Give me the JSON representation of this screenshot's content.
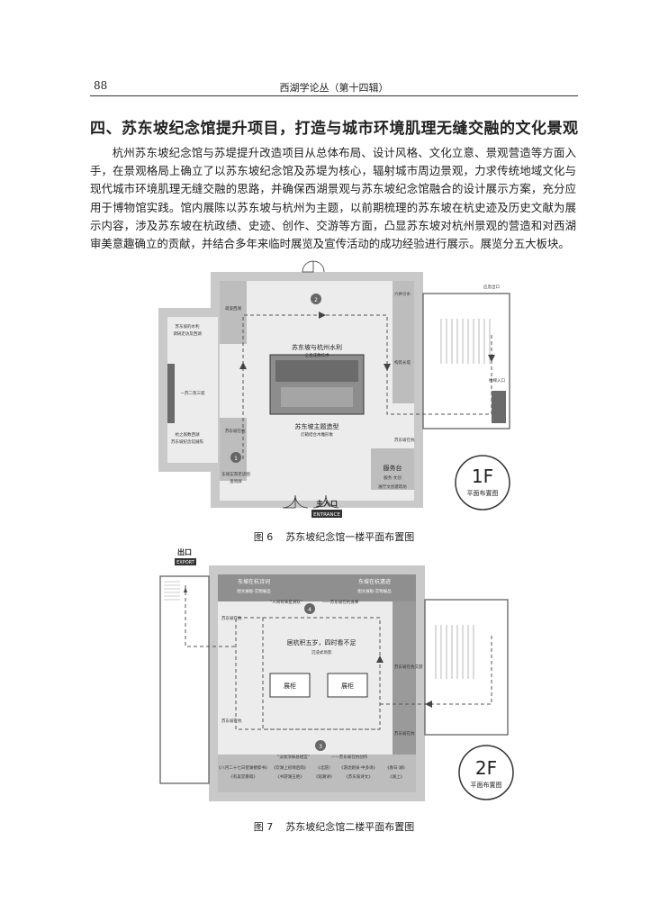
{
  "header": {
    "page_number": "88",
    "journal": "西湖学论丛（第十四辑）"
  },
  "section": {
    "heading": "四、苏东坡纪念馆提升项目，打造与城市环境肌理无缝交融的文化景观"
  },
  "paragraph": "杭州苏东坡纪念馆与苏堤提升改造项目从总体布局、设计风格、文化立意、景观营造等方面入手，在景观格局上确立了以苏东坡纪念馆及苏堤为核心，辐射城市周边景观，力求传统地域文化与现代城市环境肌理无缝交融的思路，并确保西湖景观与苏东坡纪念馆融合的设计展示方案，充分应用于博物馆实践。馆内展陈以苏东坡与杭州为主题，以前期梳理的苏东坡在杭史迹及历史文献为展示内容，涉及苏东坡在杭政绩、史迹、创作、交游等方面，凸显苏东坡对杭州景观的营造和对西湖审美意趣确立的贡献，并结合多年来临时展览及宣传活动的成功经验进行展示。展览分五大板块。",
  "figure6": {
    "caption_no": "图 6",
    "caption_text": "苏东坡纪念馆一楼平面布置图",
    "floor_badge": "1F",
    "floor_badge_label": "平面布置图",
    "entrance_cn": "主入口",
    "entrance_en": "ENTRANCE",
    "center_title": "苏东坡与杭州水利",
    "center_sub": "全息成像技术",
    "bottom_center_title": "苏东坡主题造型",
    "bottom_center_sub": "灯箱结合木雕形象",
    "service_desk": "服务台",
    "service_sub": "服务·文创",
    "shop_label": "展厅文创建筑坊",
    "left_top_label": "苏东坡的水利",
    "left_top_sub": "调研走访及西湖",
    "left_mid_label": "一苏二筑三堤",
    "left_lower_label": "杭之眉数西湖",
    "left_lower_sub": "苏东坡纪念馆展陈",
    "left_bottom_label": "东坡宦游足迹图",
    "left_bottom_sub": "查询屏",
    "left_vertical_1": "疏浚西湖",
    "left_vertical_2": "苏东坡在杭",
    "right_vertical_1": "六井引水",
    "right_vertical_2": "构筑长堤",
    "right_vertical_3": "苏东坡在杭",
    "stair_label": "楼梯入口",
    "top_right_label": "应急出口",
    "number_1": "1",
    "number_2": "2"
  },
  "figure7": {
    "caption_no": "图 7",
    "caption_text": "苏东坡纪念馆二楼平面布置图",
    "floor_badge": "2F",
    "floor_badge_label": "平面布置图",
    "exit_cn": "出口",
    "exit_en": "EXPORT",
    "top_left_label": "东坡在杭诗词",
    "top_left_sub": "图文展板·实物展品",
    "top_right_label": "东坡在杭遗迹",
    "top_right_sub": "图文展板·实物展品",
    "quote_top": "“人间有味是清欢”",
    "quote_top_tail": "——苏东坡在杭逸事",
    "center_text_1": "居杭积五岁，四时看不足",
    "center_text_2": "沉浸式场景",
    "cabinet_1": "展柜",
    "cabinet_2": "展柜",
    "quote_bottom": "“淡妆浓抹总相宜”",
    "quote_bottom_tail": "——苏东坡在杭创作",
    "bottom_row_1": [
      "《八月二十七日望湖楼醉书》",
      "《饮湖上初晴后雨》",
      "《北游》",
      "《游虎跑泉·中多诗》",
      "《春日·湖》"
    ],
    "bottom_row_2": [
      "《有美堂暴雨》",
      "《书游湖五绝》",
      "《观潮诗》",
      "《苏东坡诗文》",
      "《湖上》"
    ],
    "left_vertical_1": "苏东坡在杭",
    "left_vertical_2": "苏东坡在杭",
    "right_vertical_1": "苏东坡在杭交游",
    "right_vertical_2": "苏东坡在杭",
    "number_3": "3",
    "number_4": "4"
  }
}
